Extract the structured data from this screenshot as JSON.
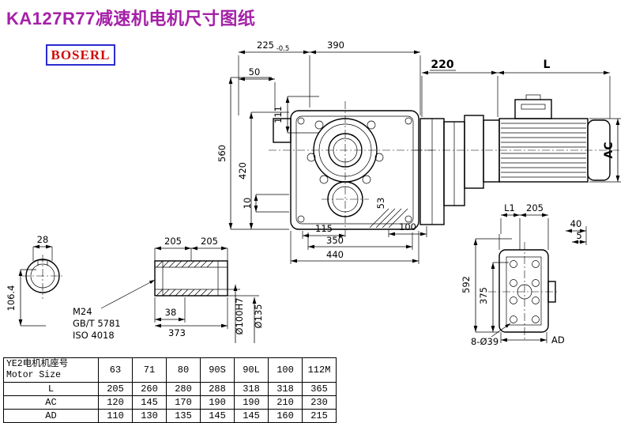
{
  "title": "KA127R77减速机电机尺寸图纸",
  "logo": {
    "text": "BOSERL"
  },
  "colors": {
    "title": "#a520a8",
    "logo_text": "#cf0a0a",
    "logo_border": "#2b2bd0",
    "drawing_lines": "#000000",
    "background": "#ffffff"
  },
  "dims": {
    "d225": "225",
    "d225_tol": "-0.5",
    "d390": "390",
    "d220": "220",
    "dL": "L",
    "d50": "50",
    "d111": "111",
    "d560": "560",
    "d420": "420",
    "d10": "10",
    "d53": "53",
    "d115": "115",
    "d100": "100",
    "d350": "350",
    "d440": "440",
    "dAC": "AC",
    "d28": "28",
    "d106_4": "106.4",
    "d205a": "205",
    "d205b": "205",
    "m24": "M24",
    "gbt": "GB/T 5781",
    "iso": "ISO 4018",
    "d38": "38",
    "d373": "373",
    "d100h7": "Ø100H7",
    "d135": "Ø135",
    "dL1": "L1",
    "d205c": "205",
    "d40": "40",
    "d5": "5",
    "d592": "592",
    "d375": "375",
    "dAD": "AD",
    "d8d39": "8-Ø39"
  },
  "table": {
    "header": {
      "line1": "YE2电机机座号",
      "line2": "Motor Size"
    },
    "columns": [
      "63",
      "71",
      "80",
      "90S",
      "90L",
      "100",
      "112M"
    ],
    "rows": [
      {
        "label": "L",
        "values": [
          "205",
          "260",
          "280",
          "288",
          "318",
          "318",
          "365"
        ]
      },
      {
        "label": "AC",
        "values": [
          "120",
          "145",
          "170",
          "190",
          "190",
          "210",
          "230"
        ]
      },
      {
        "label": "AD",
        "values": [
          "110",
          "130",
          "135",
          "145",
          "145",
          "160",
          "215"
        ]
      }
    ]
  }
}
